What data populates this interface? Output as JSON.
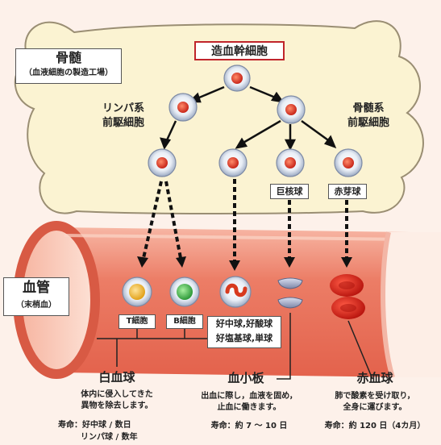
{
  "bone_marrow": {
    "title": "骨髄",
    "subtitle": "（血液細胞の製造工場）"
  },
  "stem_cell": {
    "label": "造血幹細胞"
  },
  "lymphoid_progenitor": {
    "line1": "リンパ系",
    "line2": "前駆細胞"
  },
  "myeloid_progenitor": {
    "line1": "骨髄系",
    "line2": "前駆細胞"
  },
  "megakaryocyte": {
    "label": "巨核球"
  },
  "erythroblast": {
    "label": "赤芽球"
  },
  "blood_vessel": {
    "title": "血管",
    "subtitle": "（末梢血）"
  },
  "t_cell": {
    "label": "T細胞"
  },
  "b_cell": {
    "label": "B細胞"
  },
  "granulocytes": {
    "line1": "好中球,好酸球",
    "line2": "好塩基球,単球"
  },
  "white_blood_cell": {
    "title": "白血球",
    "desc1": "体内に侵入してきた",
    "desc2": "異物を除去します。",
    "life1": "寿命：好中球 / 数日",
    "life2": "リンパ球 / 数年"
  },
  "platelet": {
    "title": "血小板",
    "desc1": "出血に際し，血液を固め，",
    "desc2": "止血に働きます。",
    "life": "寿命：約 7 ～ 10 日"
  },
  "red_blood_cell": {
    "title": "赤血球",
    "desc1": "肺で酸素を受け取り，",
    "desc2": "全身に運びます。",
    "life": "寿命：約 120 日（4カ月）"
  },
  "colors": {
    "bone": "#fbf3d2",
    "vessel": "#e96a55",
    "cell_nucleus": "#e23a2a",
    "rbc": "#d41f16",
    "arrow": "#111111"
  }
}
